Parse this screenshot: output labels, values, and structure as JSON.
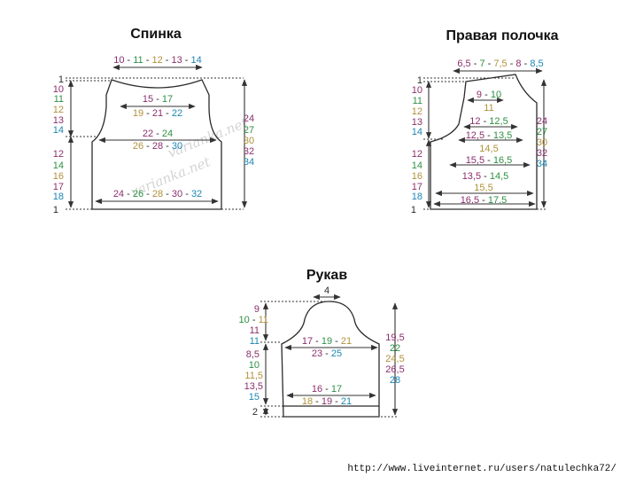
{
  "colors": {
    "black": "#2b2b2b",
    "purple": "#8b2f6d",
    "green": "#2e8f43",
    "olive": "#b0903a",
    "blue": "#1c86b3",
    "magenta": "#8b2f6d"
  },
  "back": {
    "title": "Спинка",
    "top_width": "10 - 11 - 12 - 13 - 14",
    "neck": [
      "1"
    ],
    "left_upper": [
      "10",
      "11",
      "12",
      "13",
      "14"
    ],
    "left_lower": [
      "12",
      "14",
      "16",
      "17",
      "18"
    ],
    "bottom": "1",
    "shoulder_row1": "15 - 17",
    "shoulder_row2": "19 - 21 - 22",
    "chest_row1": "22 - 24",
    "chest_row2": "26 - 28 - 30",
    "hem": "24 - 26 - 28 - 30 - 32",
    "right_height": [
      "24",
      "27",
      "30",
      "32",
      "34"
    ]
  },
  "front": {
    "title": "Правая полочка",
    "top_width": "6,5 - 7 - 7,5 - 8 - 8,5",
    "neck": "1",
    "left_upper": [
      "10",
      "11",
      "12",
      "13",
      "14"
    ],
    "left_lower": [
      "12",
      "14",
      "16",
      "17",
      "18"
    ],
    "bottom": "1",
    "w1": "9 - 10",
    "w2": "11",
    "w3": "12 - 12,5",
    "w4": "12,5 - 13,5",
    "w5": "14,5",
    "w6": "15,5 - 16,5",
    "w7": "13,5 - 14,5",
    "w8": "15,5",
    "w9": "16,5 - 17,5",
    "right_height": [
      "24",
      "27",
      "30",
      "32",
      "34"
    ]
  },
  "sleeve": {
    "title": "Рукав",
    "cap_top": "4",
    "left": [
      "9",
      "10 - 11",
      "11",
      "11",
      "8,5",
      "10",
      "11,5",
      "13,5",
      "15",
      "2"
    ],
    "upper_row1": "17 - 19 - 21",
    "upper_row2": "23 - 25",
    "lower_row1": "16 - 17",
    "lower_row2": "18 - 19 - 21",
    "right_height": [
      "19,5",
      "22",
      "24,5",
      "26,5",
      "28"
    ]
  },
  "watermark": "varianka.net",
  "source": "http://www.liveinternet.ru/users/natulechka72/"
}
